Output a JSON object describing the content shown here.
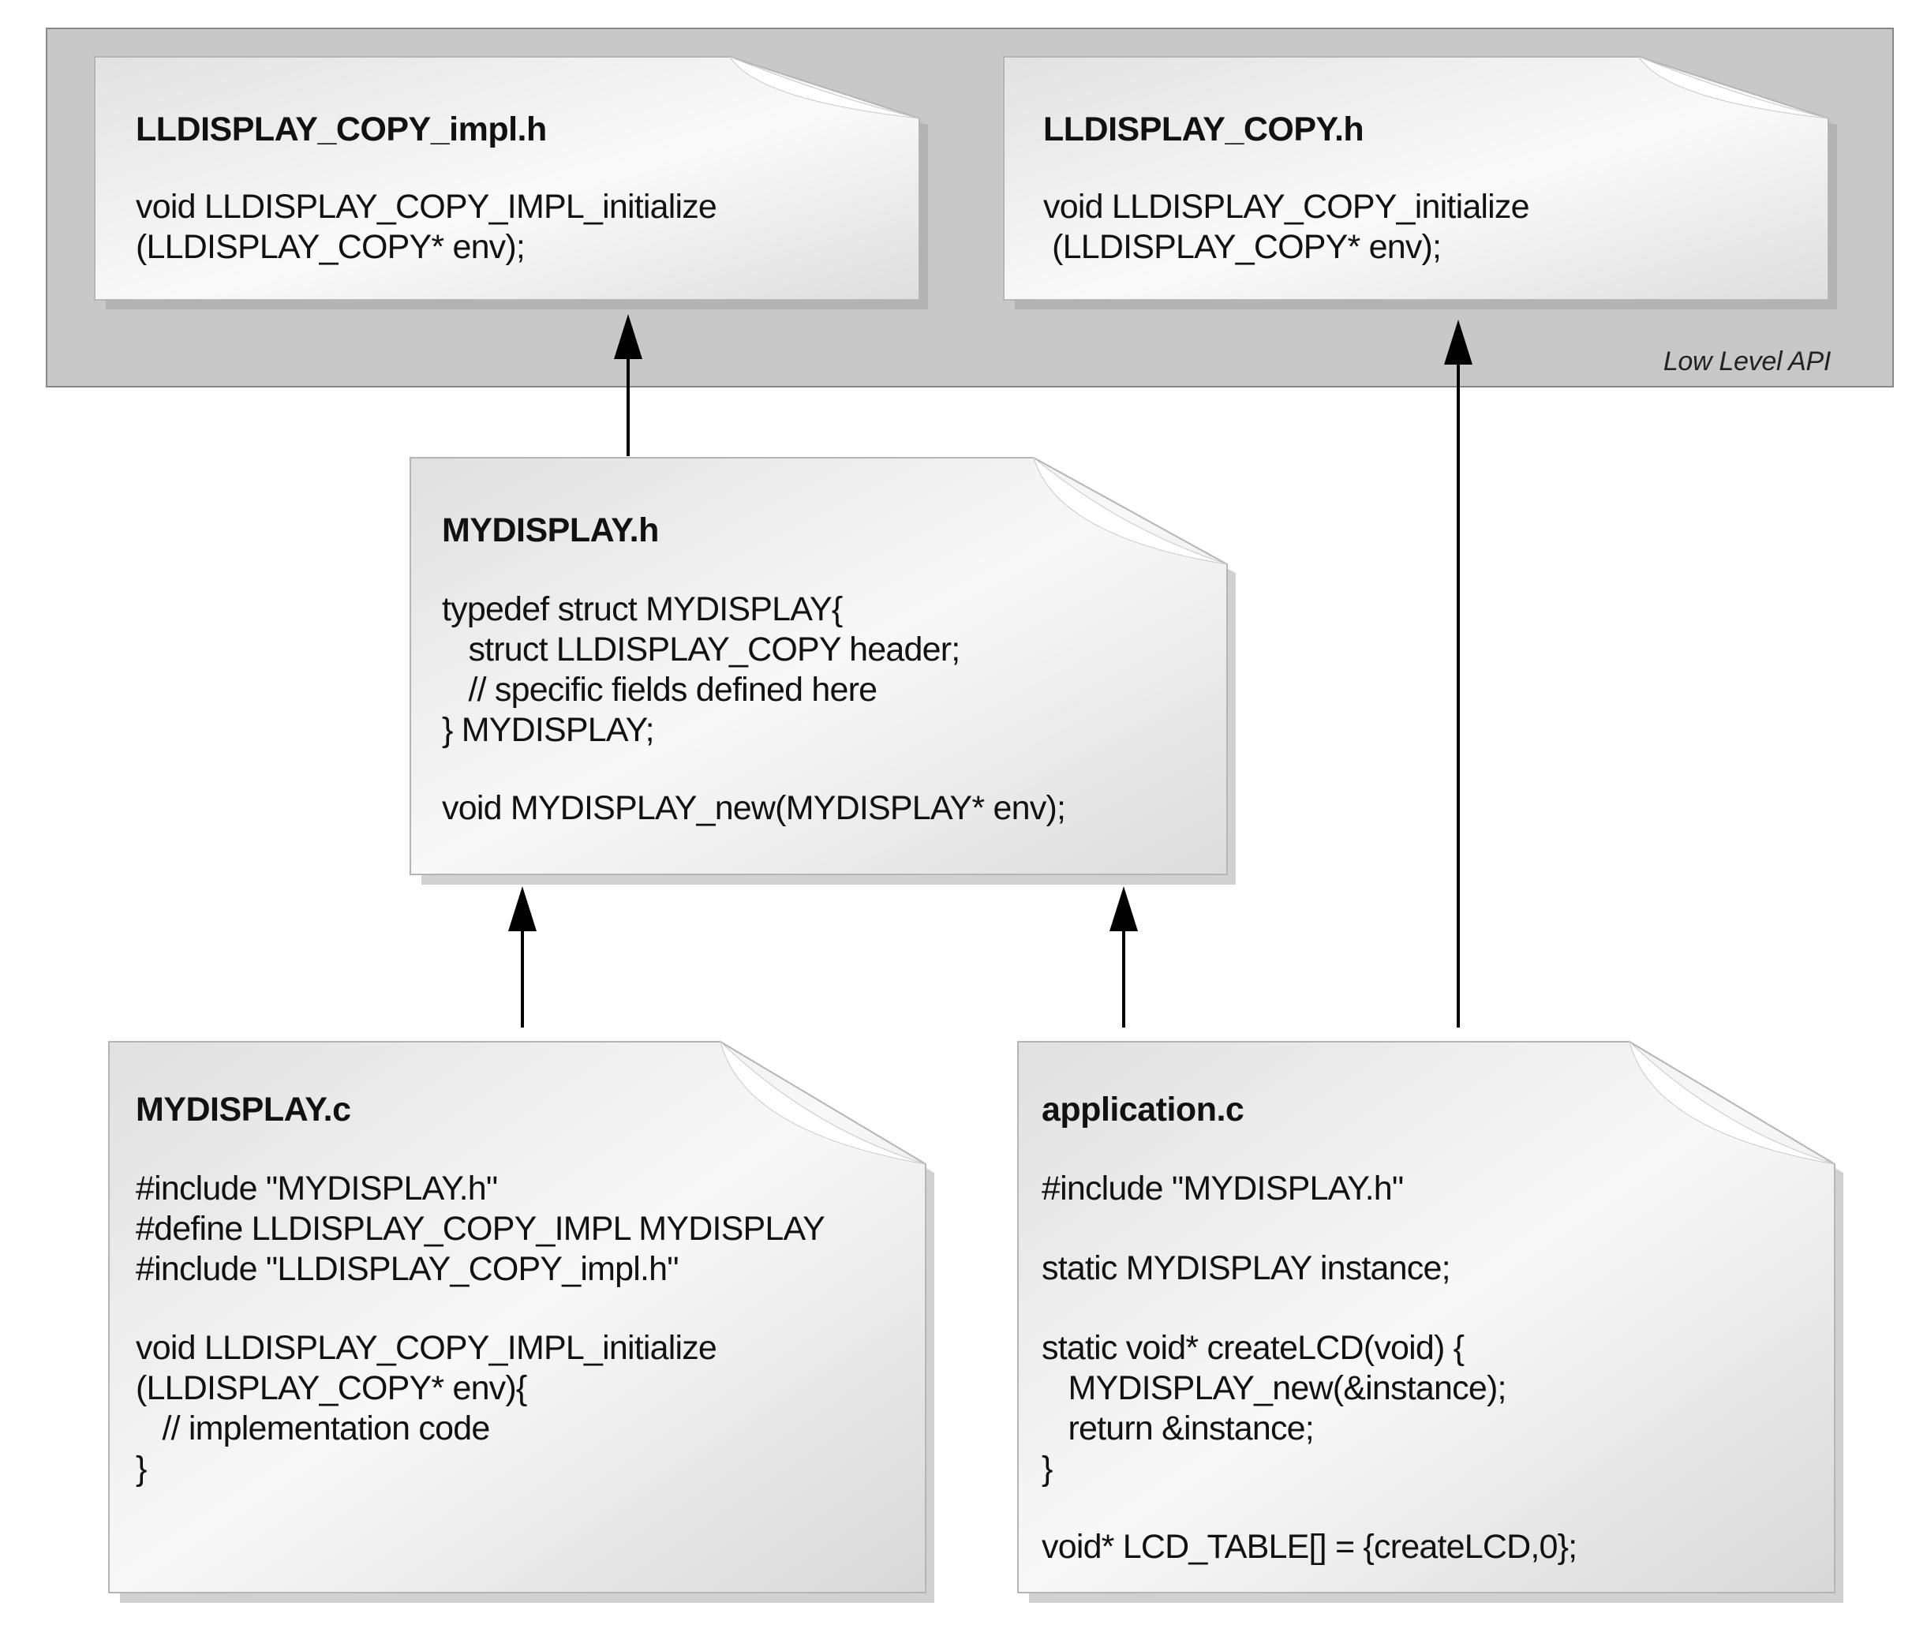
{
  "panel": {
    "label": "Low Level API"
  },
  "documents": {
    "impl_header": {
      "title": "LLDISPLAY_COPY_impl.h",
      "lines": [
        "void LLDISPLAY_COPY_IMPL_initialize",
        "(LLDISPLAY_COPY* env);"
      ]
    },
    "copy_header": {
      "title": "LLDISPLAY_COPY.h",
      "lines": [
        "void LLDISPLAY_COPY_initialize",
        " (LLDISPLAY_COPY* env);"
      ]
    },
    "mydisplay_header": {
      "title": "MYDISPLAY.h",
      "lines": [
        "typedef struct MYDISPLAY{",
        "   struct LLDISPLAY_COPY header;",
        "   // specific fields defined here",
        "} MYDISPLAY;",
        "",
        "void MYDISPLAY_new(MYDISPLAY* env);"
      ]
    },
    "mydisplay_source": {
      "title": "MYDISPLAY.c",
      "lines": [
        "#include \"MYDISPLAY.h\"",
        "#define LLDISPLAY_COPY_IMPL MYDISPLAY",
        "#include \"LLDISPLAY_COPY_impl.h\"",
        "",
        "void LLDISPLAY_COPY_IMPL_initialize",
        "(LLDISPLAY_COPY* env){",
        "   // implementation code",
        "}"
      ]
    },
    "application_source": {
      "title": "application.c",
      "lines": [
        "#include \"MYDISPLAY.h\"",
        "",
        "static MYDISPLAY instance;",
        "",
        "static void* createLCD(void) {",
        "   MYDISPLAY_new(&instance);",
        "   return &instance;",
        "}",
        "",
        "void* LCD_TABLE[] = {createLCD,0};"
      ]
    }
  }
}
